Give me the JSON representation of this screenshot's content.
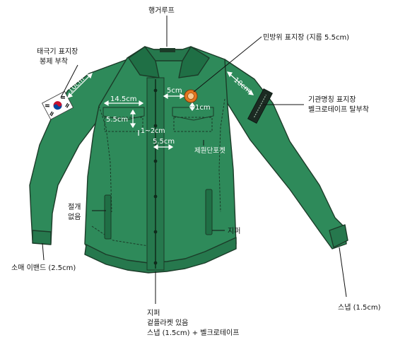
{
  "labels": {
    "hanger_loop": "행거루프",
    "civil_defense_badge": "민방위 표지장 (지름 5.5cm)",
    "flag_badge_line1": "태극기 표지장",
    "flag_badge_line2": "봉제 부착",
    "agency_tag_line1": "기관명칭 표지장",
    "agency_tag_line2": "벨크로테이프 탈부착",
    "uniform_pocket": "제원단포켓",
    "no_cut_line1": "절개",
    "no_cut_line2": "없음",
    "zipper": "지퍼",
    "sleeve_band": "소매 이밴드 (2.5cm)",
    "snap": "스냅 (1.5cm)",
    "front_line1": "지퍼",
    "front_line2": "겉플라켓 있음",
    "front_line3": "스냅 (1.5cm) + 벨크로테이프"
  },
  "dimensions": {
    "left_shoulder": "10cm",
    "right_shoulder": "10cm",
    "pocket_width": "14.5cm",
    "pocket_height": "5.5cm",
    "flap_gap": "1~2cm",
    "badge_offset": "5cm",
    "badge_drop": "1cm",
    "center_offset": "5.5cm"
  },
  "colors": {
    "jacket": "#2e8a5a",
    "jacket_shade": "#1f6f45",
    "outline": "#1b3b28",
    "badge": "#e3761f"
  }
}
